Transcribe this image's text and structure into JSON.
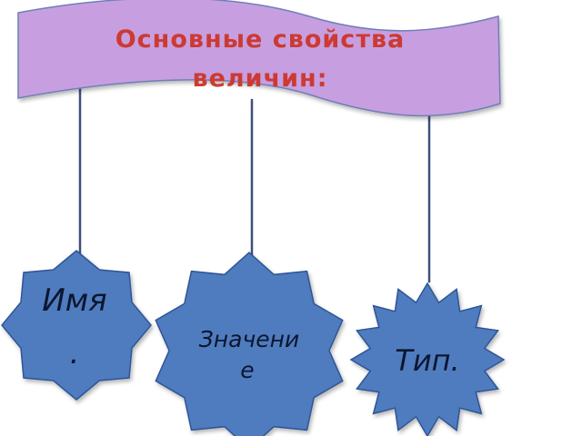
{
  "title": {
    "line1": "Основные свойства",
    "line2": "величин:"
  },
  "nodes": [
    {
      "id": "name",
      "line1": "Имя",
      "line2": "."
    },
    {
      "id": "value",
      "line1": "Значени",
      "line2": "е"
    },
    {
      "id": "type",
      "line1": "Тип.",
      "line2": ""
    }
  ],
  "colors": {
    "banner_fill": "#c79fe0",
    "banner_stroke": "#6e7fb8",
    "title_text": "#cc3a33",
    "node_fill": "#4f7bbe",
    "node_stroke": "#2f5597",
    "connector": "#3d4f7c",
    "label_text": "#0c1630"
  }
}
